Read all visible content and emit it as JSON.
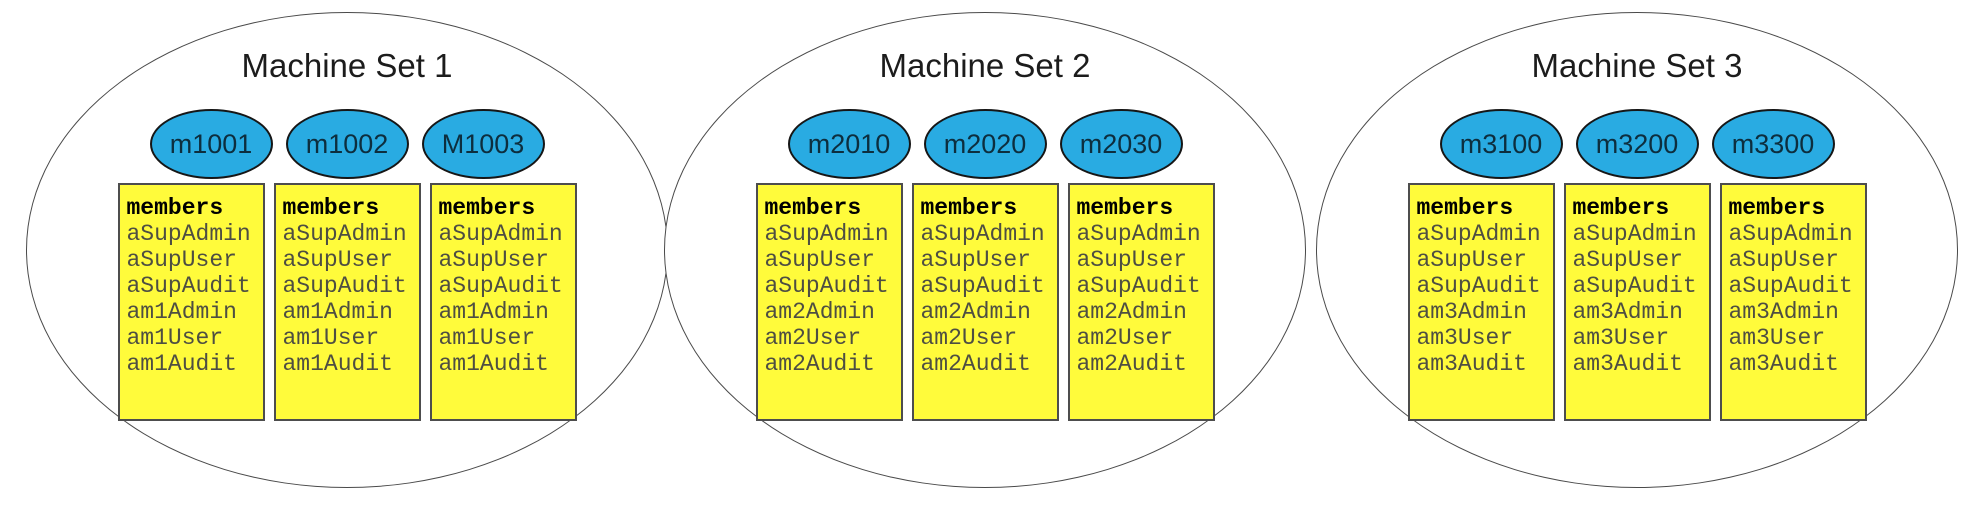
{
  "colors": {
    "machine_oval_fill": "#29abe2",
    "machine_oval_text": "#0d2e3e",
    "members_box_fill": "#fffb3b",
    "members_header_text": "#000000",
    "members_text": "#4e4e42",
    "outline": "#4a4a4a"
  },
  "sets": [
    {
      "title": "Machine Set 1",
      "machines": [
        {
          "name": "m1001",
          "members_label": "members",
          "members": [
            "aSupAdmin",
            "aSupUser",
            "aSupAudit",
            "am1Admin",
            "am1User",
            "am1Audit"
          ]
        },
        {
          "name": "m1002",
          "members_label": "members",
          "members": [
            "aSupAdmin",
            "aSupUser",
            "aSupAudit",
            "am1Admin",
            "am1User",
            "am1Audit"
          ]
        },
        {
          "name": "M1003",
          "members_label": "members",
          "members": [
            "aSupAdmin",
            "aSupUser",
            "aSupAudit",
            "am1Admin",
            "am1User",
            "am1Audit"
          ]
        }
      ]
    },
    {
      "title": "Machine Set 2",
      "machines": [
        {
          "name": "m2010",
          "members_label": "members",
          "members": [
            "aSupAdmin",
            "aSupUser",
            "aSupAudit",
            "am2Admin",
            "am2User",
            "am2Audit"
          ]
        },
        {
          "name": "m2020",
          "members_label": "members",
          "members": [
            "aSupAdmin",
            "aSupUser",
            "aSupAudit",
            "am2Admin",
            "am2User",
            "am2Audit"
          ]
        },
        {
          "name": "m2030",
          "members_label": "members",
          "members": [
            "aSupAdmin",
            "aSupUser",
            "aSupAudit",
            "am2Admin",
            "am2User",
            "am2Audit"
          ]
        }
      ]
    },
    {
      "title": "Machine Set 3",
      "machines": [
        {
          "name": "m3100",
          "members_label": "members",
          "members": [
            "aSupAdmin",
            "aSupUser",
            "aSupAudit",
            "am3Admin",
            "am3User",
            "am3Audit"
          ]
        },
        {
          "name": "m3200",
          "members_label": "members",
          "members": [
            "aSupAdmin",
            "aSupUser",
            "aSupAudit",
            "am3Admin",
            "am3User",
            "am3Audit"
          ]
        },
        {
          "name": "m3300",
          "members_label": "members",
          "members": [
            "aSupAdmin",
            "aSupUser",
            "aSupAudit",
            "am3Admin",
            "am3User",
            "am3Audit"
          ]
        }
      ]
    }
  ]
}
